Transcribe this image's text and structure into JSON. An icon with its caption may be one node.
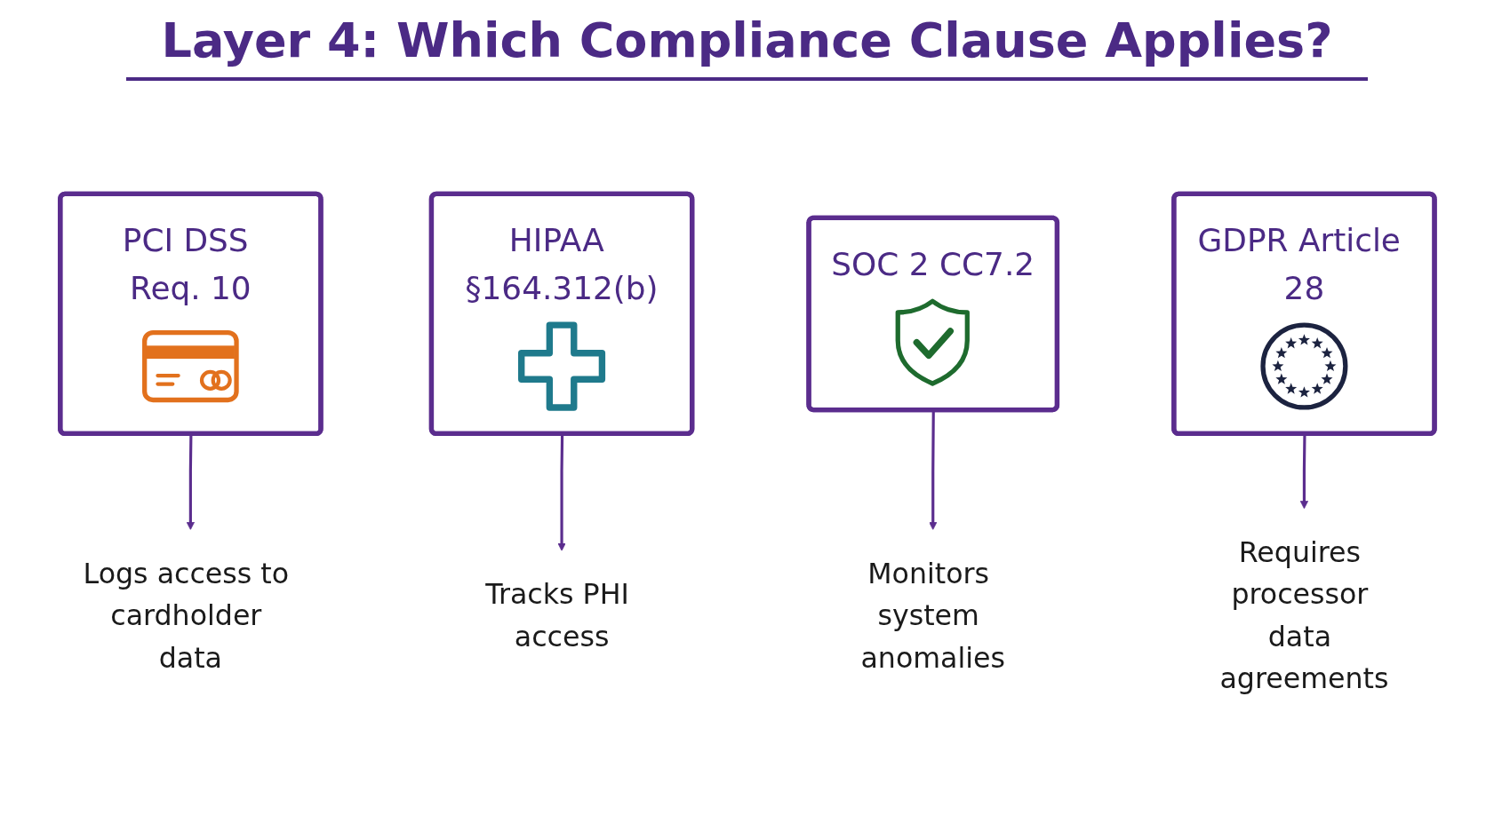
{
  "diagram": {
    "title": "Layer 4: Which Compliance Clause Applies?",
    "nodes": [
      {
        "text": [
          "PCI DSS Req. 10"
        ]
      },
      {
        "text": [
          "HIPAA §164.312(b)"
        ]
      },
      {
        "text": [
          "SOC 2 CC7.2"
        ]
      },
      {
        "text": [
          "GDPR Article 28"
        ]
      },
      {
        "text": [
          "Logs access to cardholder data"
        ]
      },
      {
        "text": [
          "Tracks PHI access"
        ]
      },
      {
        "text": [
          "Monitors system anomalies"
        ]
      },
      {
        "text": [
          "Requires processor data agreements"
        ]
      }
    ],
    "edges": [
      {
        "from": 0,
        "to": 4,
        "arrow": "to"
      },
      {
        "from": 1,
        "to": 5,
        "arrow": "to"
      },
      {
        "from": 2,
        "to": 6,
        "arrow": "to"
      },
      {
        "from": 3,
        "to": 7,
        "arrow": "to"
      }
    ]
  }
}
